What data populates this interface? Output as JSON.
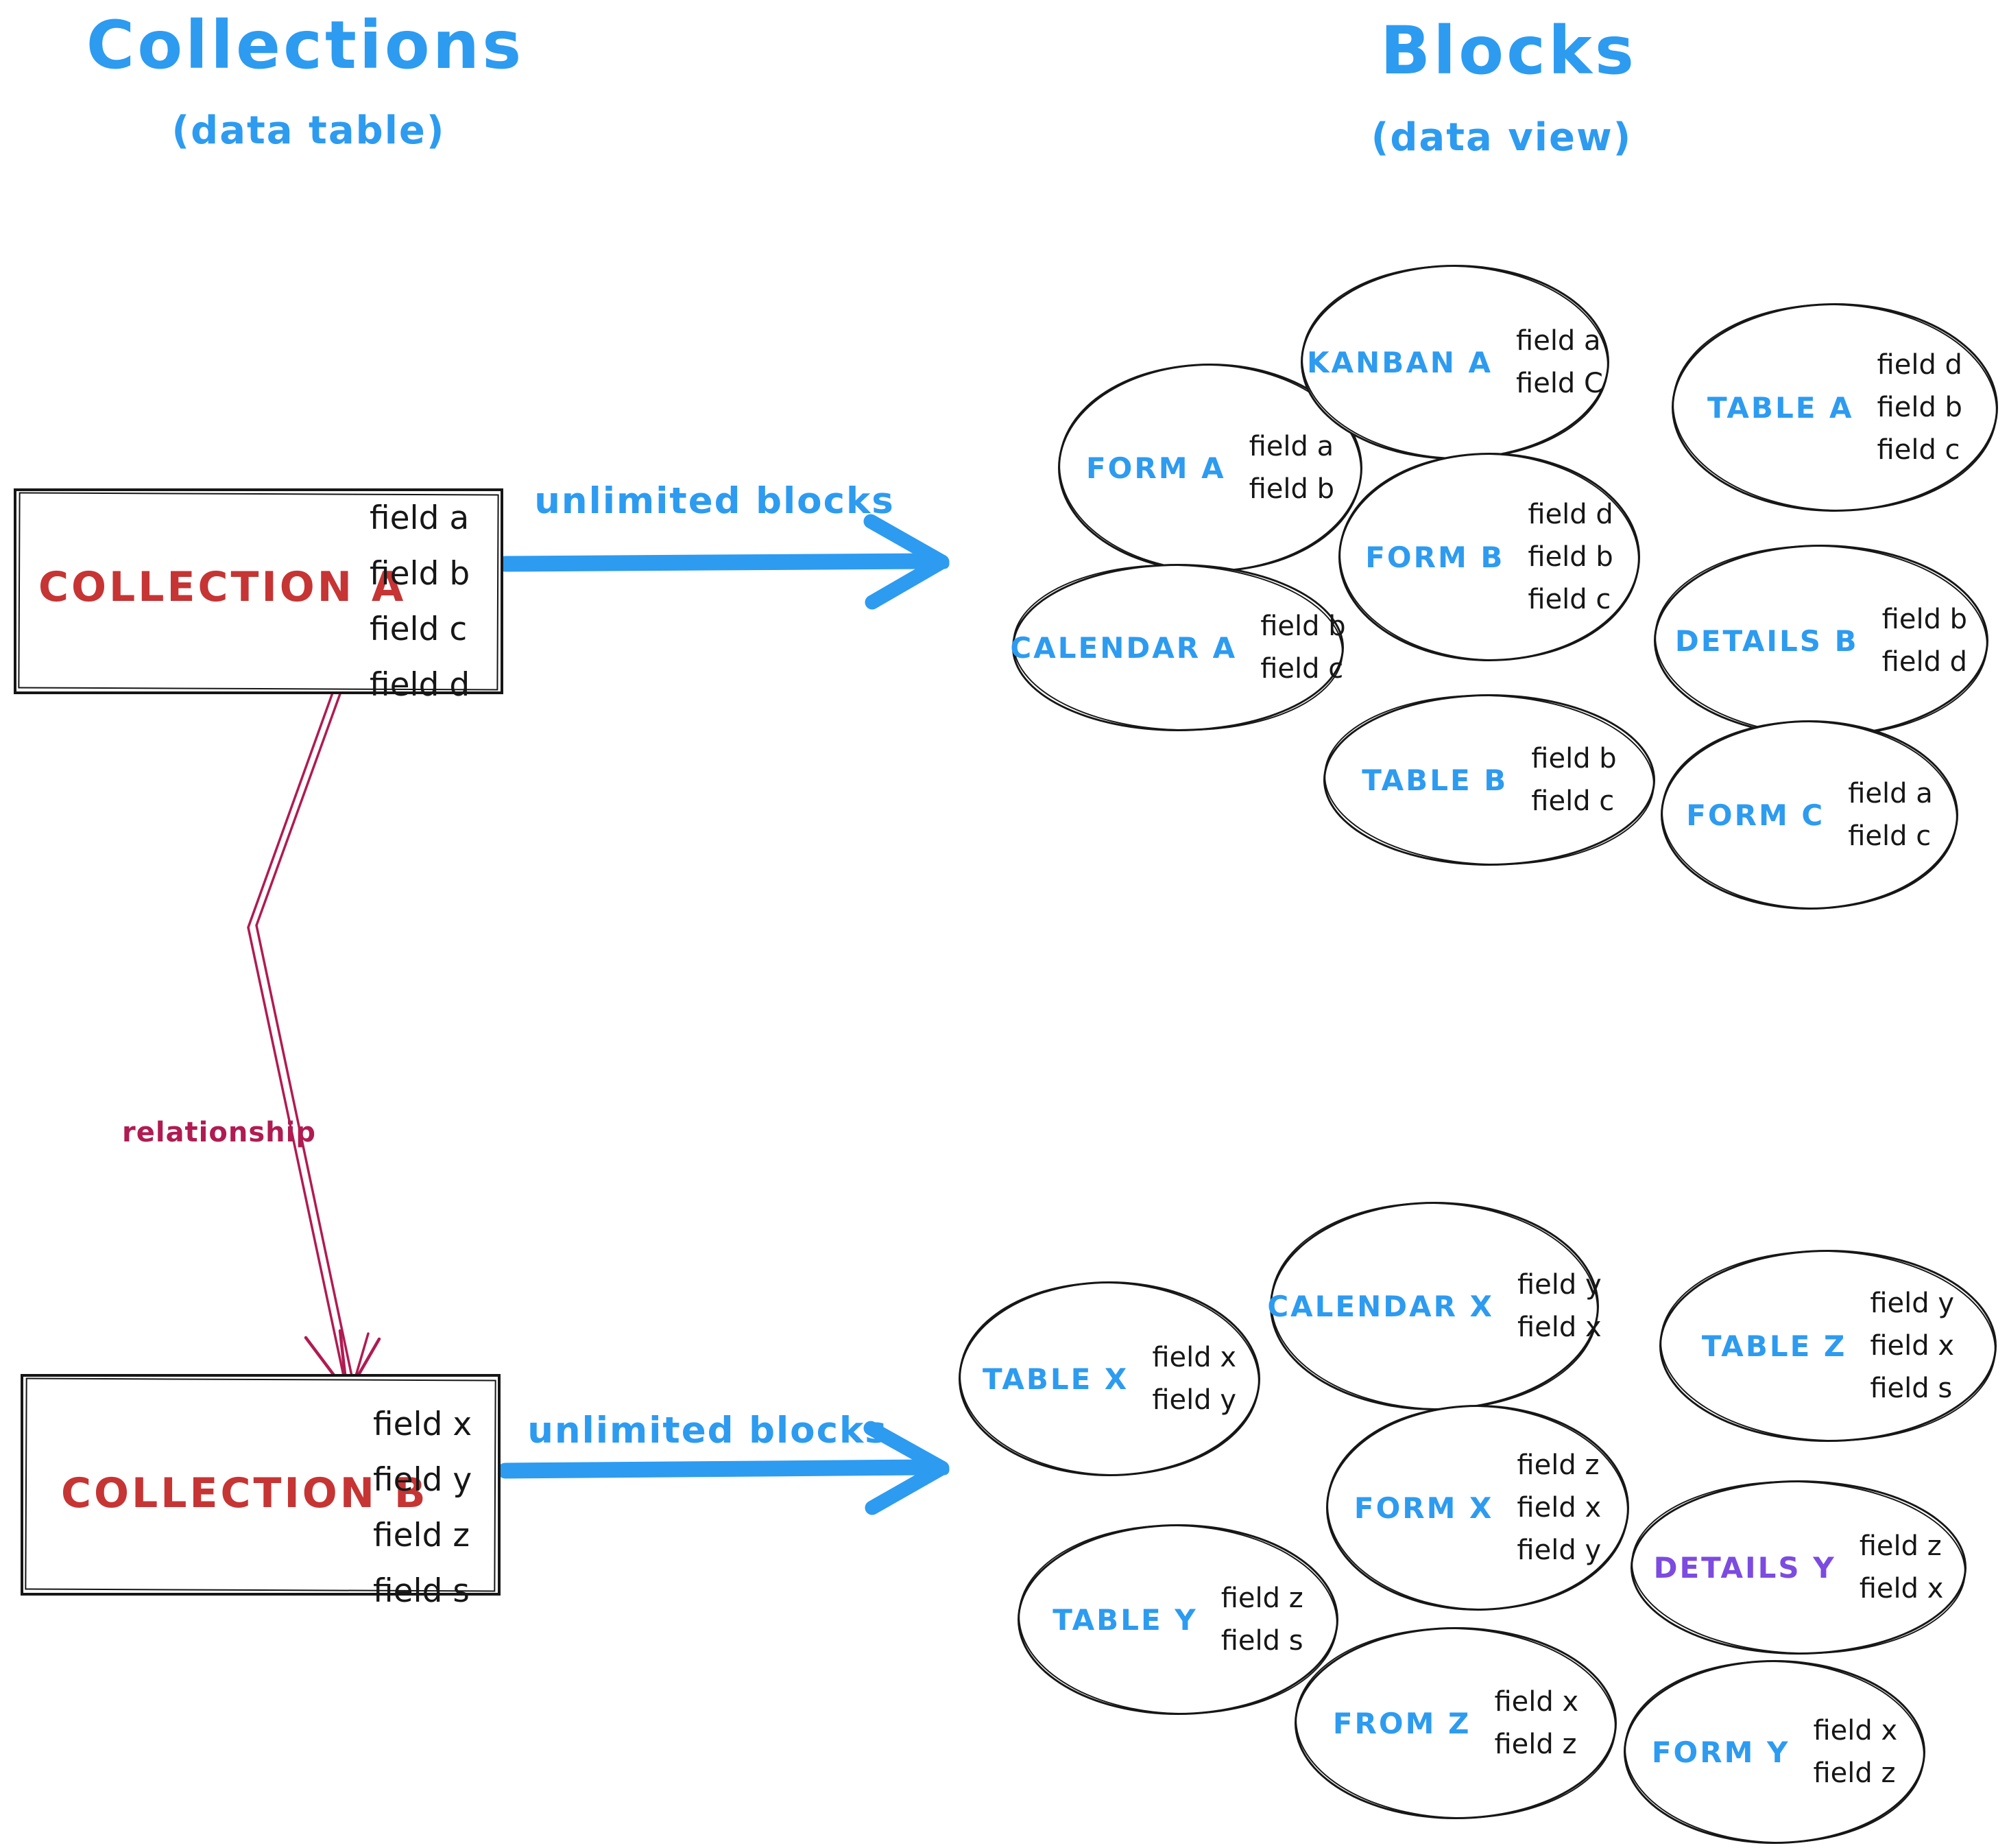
{
  "colors": {
    "accent_blue": "#2D9BF0",
    "collection_red": "#C63434",
    "relationship_crimson": "#B01B52",
    "details_purple": "#7C4BE0",
    "ink": "#161616"
  },
  "headers": {
    "collections": {
      "title": "Collections",
      "subtitle": "(data table)"
    },
    "blocks": {
      "title": "Blocks",
      "subtitle": "(data view)"
    }
  },
  "collection_a": {
    "name": "COLLECTION A",
    "fields": [
      "field a",
      "field b",
      "field c",
      "field d"
    ]
  },
  "collection_b": {
    "name": "COLLECTION B",
    "fields": [
      "field x",
      "field y",
      "field z",
      "field s"
    ]
  },
  "arrows": {
    "top_label": "unlimited blocks",
    "bottom_label": "unlimited blocks",
    "relationship_label": "relationship"
  },
  "blocks_a": [
    {
      "label": "FORM A",
      "fields": [
        "field a",
        "field b"
      ]
    },
    {
      "label": "KANBAN A",
      "fields": [
        "field a",
        "field C"
      ]
    },
    {
      "label": "TABLE A",
      "fields": [
        "field d",
        "field b",
        "field c"
      ]
    },
    {
      "label": "CALENDAR A",
      "fields": [
        "field b",
        "field c"
      ]
    },
    {
      "label": "FORM B",
      "fields": [
        "field d",
        "field b",
        "field c"
      ]
    },
    {
      "label": "DETAILS B",
      "fields": [
        "field b",
        "field d"
      ]
    },
    {
      "label": "TABLE B",
      "fields": [
        "field b",
        "field c"
      ]
    },
    {
      "label": "FORM C",
      "fields": [
        "field a",
        "field c"
      ]
    }
  ],
  "blocks_b": [
    {
      "label": "TABLE X",
      "fields": [
        "field x",
        "field y"
      ]
    },
    {
      "label": "CALENDAR X",
      "fields": [
        "field y",
        "field x"
      ]
    },
    {
      "label": "TABLE Z",
      "fields": [
        "field y",
        "field x",
        "field s"
      ]
    },
    {
      "label": "TABLE Y",
      "fields": [
        "field z",
        "field s"
      ]
    },
    {
      "label": "FORM X",
      "fields": [
        "field z",
        "field x",
        "field y"
      ]
    },
    {
      "label": "DETAILS Y",
      "fields": [
        "field z",
        "field x"
      ]
    },
    {
      "label": "FROM Z",
      "fields": [
        "field x",
        "field z"
      ]
    },
    {
      "label": "FORM Y",
      "fields": [
        "field x",
        "field z"
      ]
    }
  ]
}
